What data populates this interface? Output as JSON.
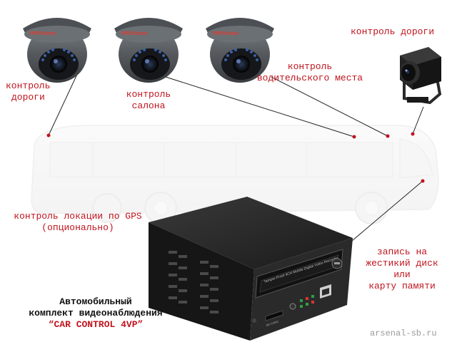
{
  "labels": {
    "road_left": [
      "контроль",
      "дороги"
    ],
    "salon": [
      "контроль",
      "салона"
    ],
    "driver": [
      "контроль",
      "водительского места"
    ],
    "road_right": "контроль дороги",
    "gps": [
      "контроль локации по GPS",
      "(опционально)"
    ],
    "storage": [
      "запись на",
      "жестикий диск",
      "или",
      "карту памяти"
    ]
  },
  "caption": {
    "line1": "Автомобильный",
    "line2": "комплект видеонаблюдения",
    "product": "“CAR CONTROL 4VP”"
  },
  "watermark": "arsenal-sb.ru",
  "camera_brand": "PROVision",
  "recorder": {
    "panel_text": "Tamper-Proof 4CH Mobile Digital Video Recorder",
    "sd_label": "SD CARD"
  },
  "colors": {
    "accent": "#c0141e",
    "camera_body": "#5a5f63",
    "recorder_body": "#1f1f1f"
  },
  "icons": {
    "dome_camera": "dome-camera-icon",
    "box_camera": "box-camera-icon",
    "recorder": "dvr-icon",
    "bus": "bus-icon"
  }
}
